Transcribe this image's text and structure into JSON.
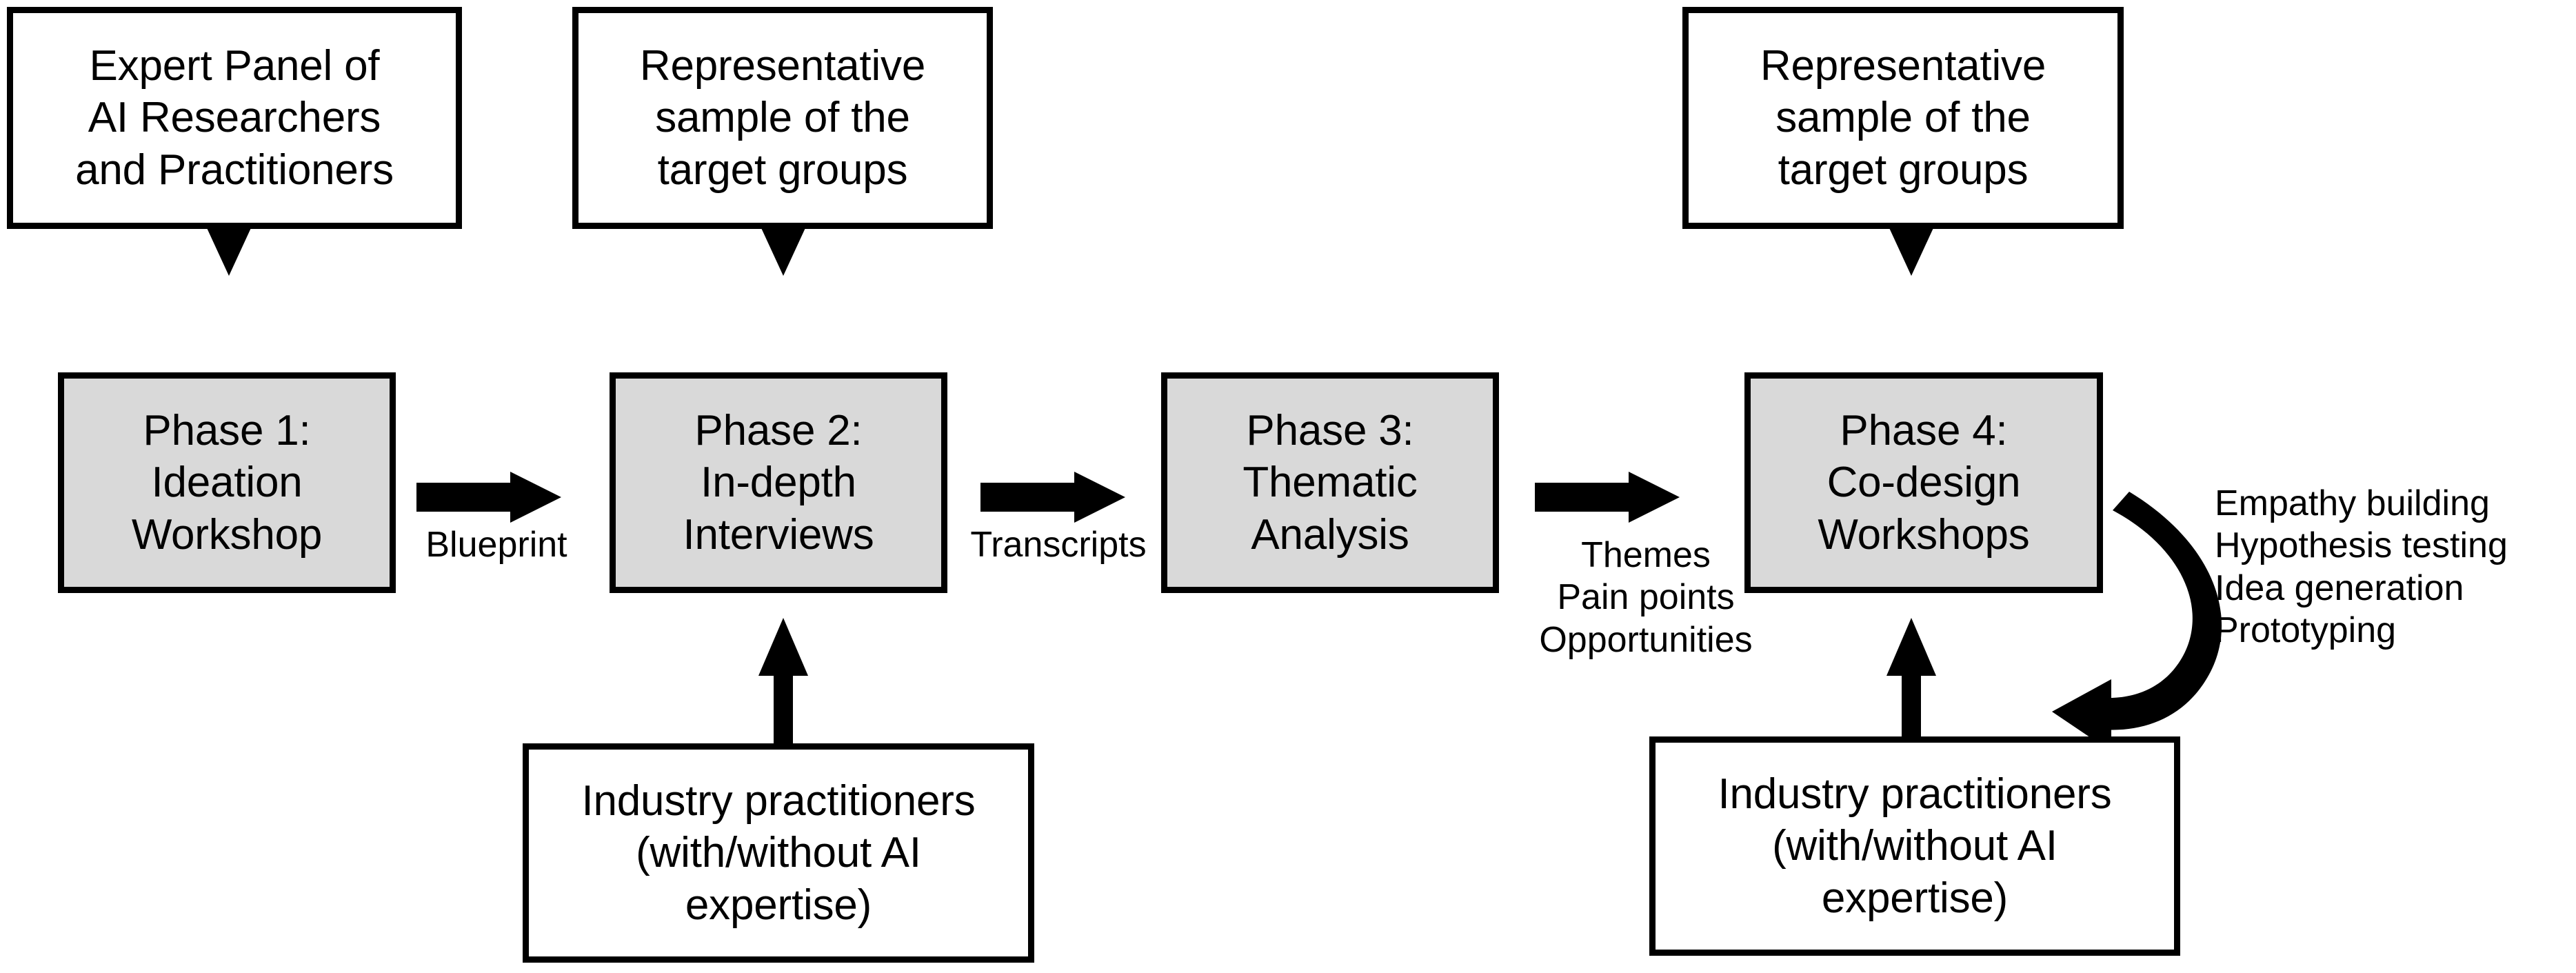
{
  "diagram": {
    "title": "Four-phase research methodology flow",
    "fill_phase": "#d9d9d9",
    "fill_source": "#ffffff",
    "stroke": "#000000",
    "boxes": {
      "expert_panel": "Expert Panel of\nAI Researchers\nand Practitioners",
      "sample_top_left": "Representative\nsample of the\ntarget groups",
      "sample_top_right": "Representative\nsample of the\ntarget groups",
      "phase1": "Phase 1:\nIdeation\nWorkshop",
      "phase2": "Phase 2:\nIn-depth\nInterviews",
      "phase3": "Phase 3:\nThematic\nAnalysis",
      "phase4": "Phase 4:\nCo-design\nWorkshops",
      "practitioners_left": "Industry practitioners\n(with/without AI\nexpertise)",
      "practitioners_right": "Industry practitioners\n(with/without AI\nexpertise)"
    },
    "edge_labels": {
      "blueprint": "Blueprint",
      "transcripts": "Transcripts",
      "themes": "Themes\nPain points\nOpportunities",
      "loop_activities": "Empathy building\nHypothesis testing\nIdea generation\nPrototyping"
    }
  }
}
